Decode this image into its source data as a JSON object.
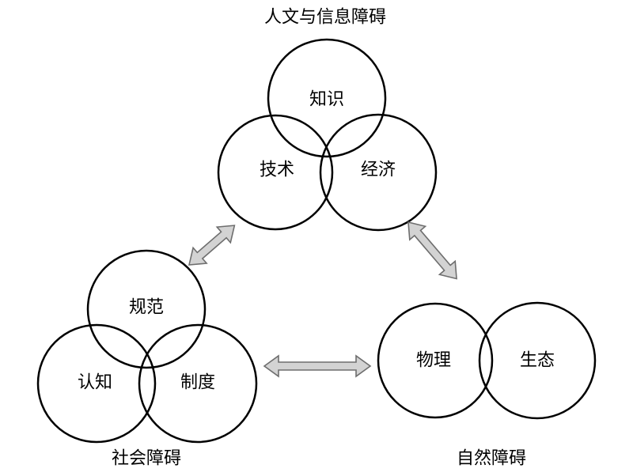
{
  "groups": {
    "humanities": {
      "title": "人文与信息障碍",
      "circles": {
        "top": "知识",
        "left": "技术",
        "right": "经济"
      }
    },
    "social": {
      "title": "社会障碍",
      "circles": {
        "top": "规范",
        "left": "认知",
        "right": "制度"
      }
    },
    "natural": {
      "title": "自然障碍",
      "circles": {
        "left": "物理",
        "right": "生态"
      }
    }
  },
  "arrows": [
    "humanities-social",
    "humanities-natural",
    "social-natural"
  ]
}
